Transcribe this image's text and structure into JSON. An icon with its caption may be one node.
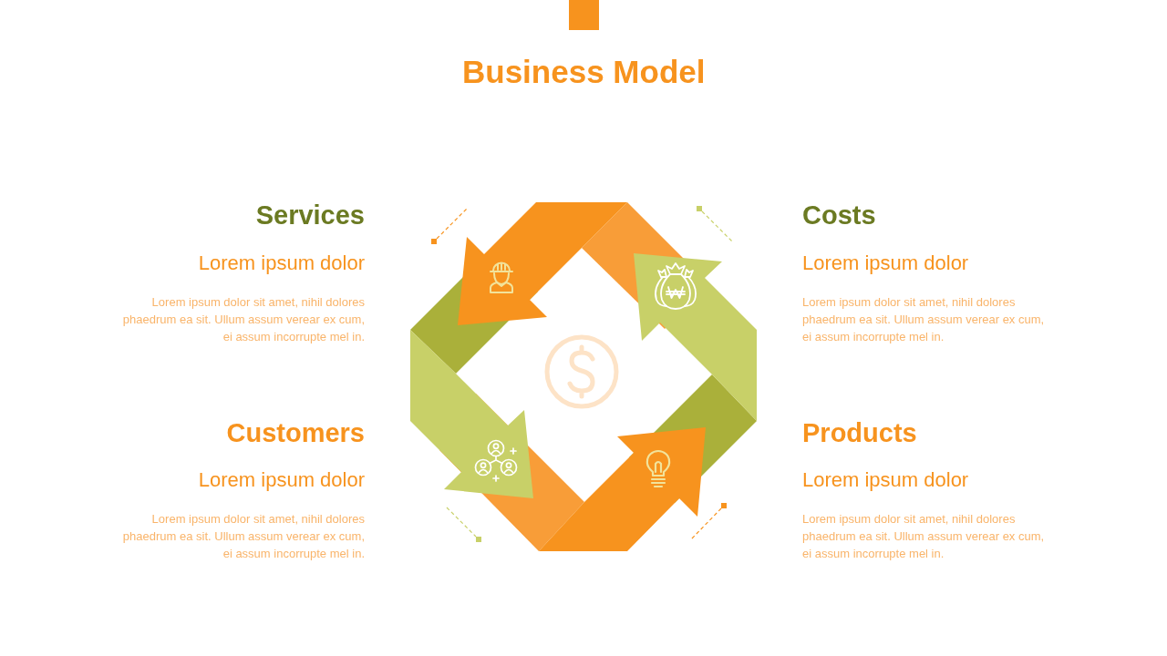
{
  "diagram": {
    "title": "Business Model",
    "labels": [
      "Services",
      "Lorem ipsum dolor",
      "Lorem ipsum dolor sit amet, nihil dolores phaedrum ea sit. Ullum assum verear ex cum, ei assum incorrupte mel in.",
      "Costs",
      "Lorem ipsum dolor",
      "Lorem ipsum dolor sit amet, nihil dolores phaedrum ea sit. Ullum assum verear ex cum, ei assum incorrupte mel in.",
      "Customers",
      "Lorem ipsum dolor",
      "Lorem ipsum dolor sit amet, nihil dolores phaedrum ea sit. Ullum assum verear ex cum, ei assum incorrupte mel in.",
      "Products",
      "Lorem ipsum dolor",
      "Lorem ipsum dolor sit amet, nihil dolores phaedrum ea sit. Ullum assum verear ex cum, ei assum incorrupte mel in."
    ]
  }
}
